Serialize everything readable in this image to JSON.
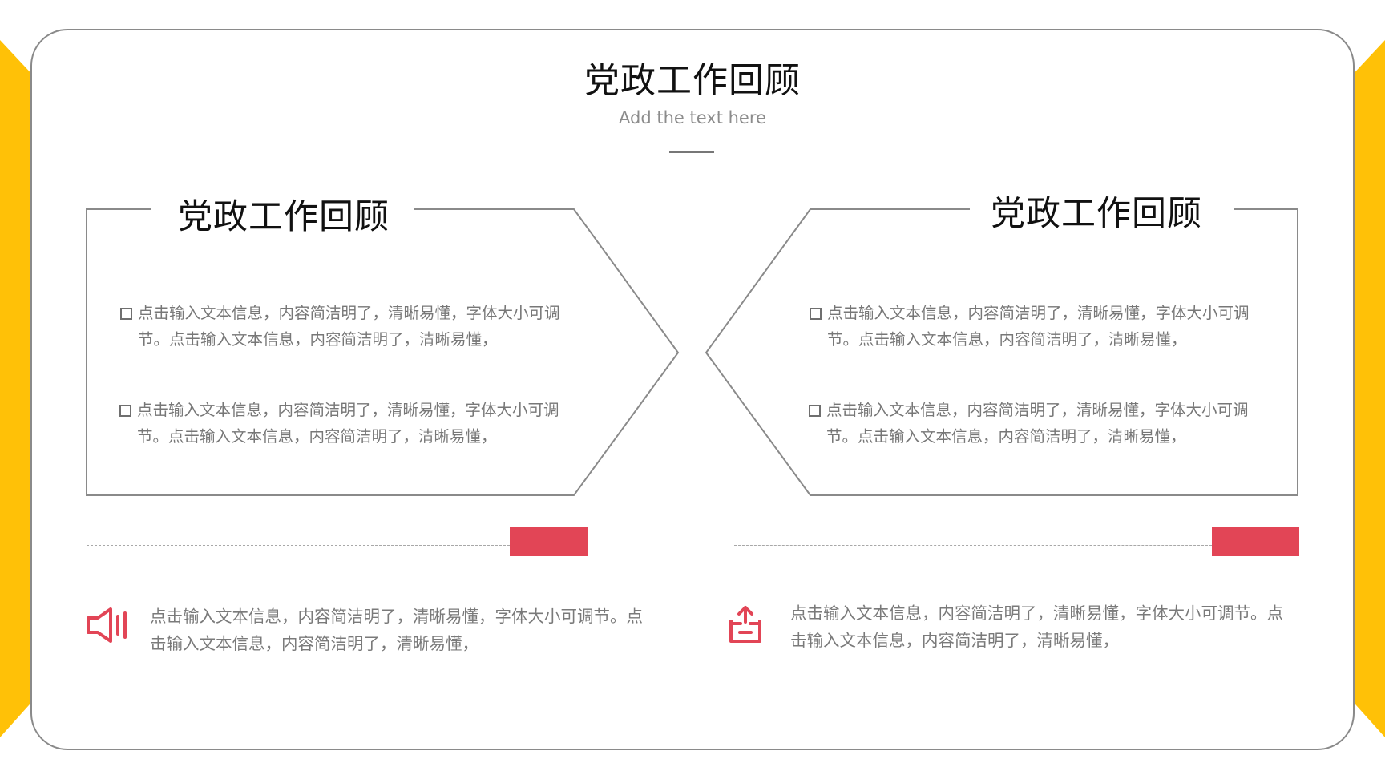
{
  "header": {
    "title": "党政工作回顾",
    "subtitle": "Add the text here"
  },
  "panels": [
    {
      "title": "党政工作回顾",
      "bullets": [
        "点击输入文本信息，内容简洁明了，清晰易懂，字体大小可调节。点击输入文本信息，内容简洁明了，清晰易懂，",
        "点击输入文本信息，内容简洁明了，清晰易懂，字体大小可调节。点击输入文本信息，内容简洁明了，清晰易懂，"
      ]
    },
    {
      "title": "党政工作回顾",
      "bullets": [
        "点击输入文本信息，内容简洁明了，清晰易懂，字体大小可调节。点击输入文本信息，内容简洁明了，清晰易懂，",
        "点击输入文本信息，内容简洁明了，清晰易懂，字体大小可调节。点击输入文本信息，内容简洁明了，清晰易懂，"
      ]
    }
  ],
  "bottom": [
    {
      "icon": "speaker-icon",
      "text": "点击输入文本信息，内容简洁明了，清晰易懂，字体大小可调节。点击输入文本信息，内容简洁明了，清晰易懂，"
    },
    {
      "icon": "outbox-icon",
      "text": "点击输入文本信息，内容简洁明了，清晰易懂，字体大小可调节。点击输入文本信息，内容简洁明了，清晰易懂，"
    }
  ],
  "colors": {
    "accent_yellow": "#FFC107",
    "accent_red": "#E24556",
    "outline_gray": "#8A8A8A",
    "body_text": "#7A7A7A"
  }
}
